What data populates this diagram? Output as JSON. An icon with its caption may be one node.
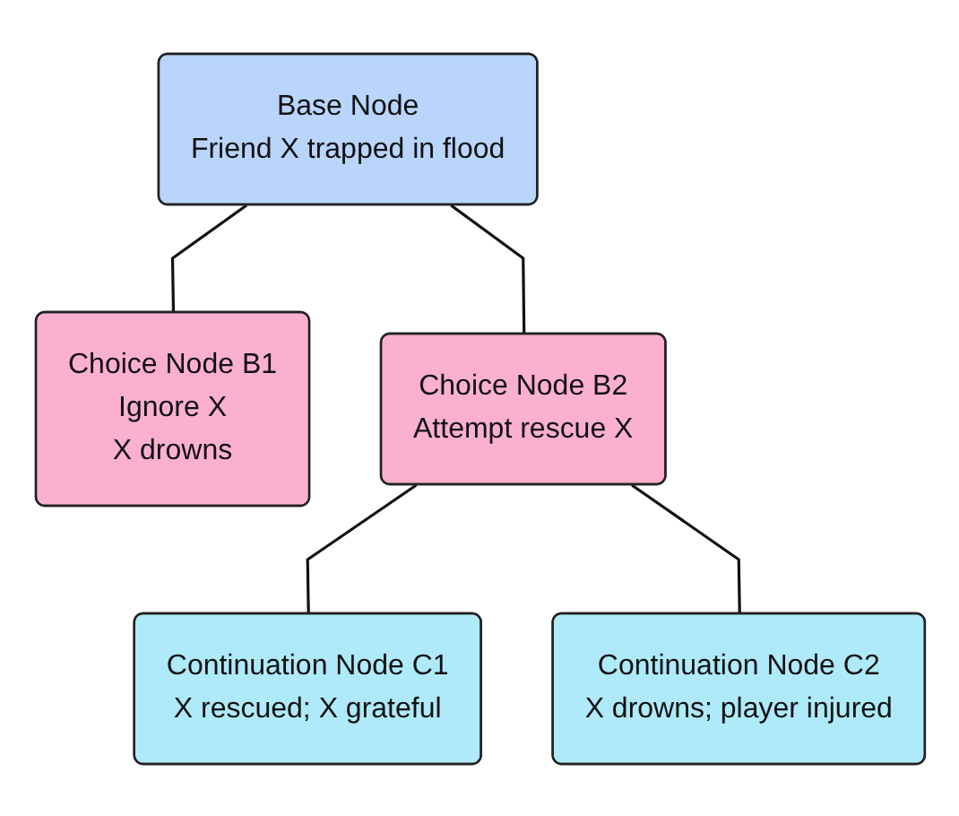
{
  "diagram": {
    "nodes": [
      {
        "text": [
          "Base Node",
          "Friend X trapped in flood"
        ]
      },
      {
        "text": [
          "Choice Node B1",
          "Ignore X",
          "X drowns"
        ]
      },
      {
        "text": [
          "Choice Node B2",
          "Attempt rescue X"
        ]
      },
      {
        "text": [
          "Continuation Node C1",
          "X rescued; X grateful"
        ]
      },
      {
        "text": [
          "Continuation Node C2",
          "X drowns; player injured"
        ]
      }
    ],
    "edges": [
      {
        "from": 0,
        "to": 1,
        "arrow": "none"
      },
      {
        "from": 0,
        "to": 2,
        "arrow": "none"
      },
      {
        "from": 2,
        "to": 3,
        "arrow": "none"
      },
      {
        "from": 2,
        "to": 4,
        "arrow": "none"
      }
    ]
  }
}
